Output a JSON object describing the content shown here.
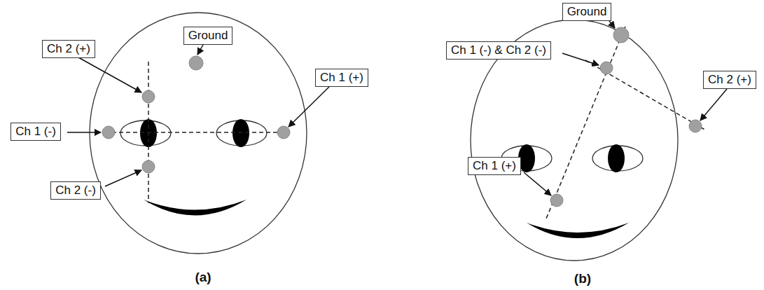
{
  "diagram": {
    "nodes": [
      {
        "text": [
          "Ground"
        ]
      },
      {
        "text": [
          "Ch 2 (+)"
        ]
      },
      {
        "text": [
          "Ch 1 (+)"
        ]
      },
      {
        "text": [
          "Ch 1 (-)"
        ]
      },
      {
        "text": [
          "Ch 2 (-)"
        ]
      },
      {
        "text": [
          "Ground"
        ]
      },
      {
        "text": [
          "Ch 1 (-) & Ch 2 (-)"
        ]
      },
      {
        "text": [
          "Ch 2 (+)"
        ]
      },
      {
        "text": [
          "Ch 1 (+)"
        ]
      }
    ],
    "labels": [
      "(a)",
      "(b)"
    ]
  }
}
